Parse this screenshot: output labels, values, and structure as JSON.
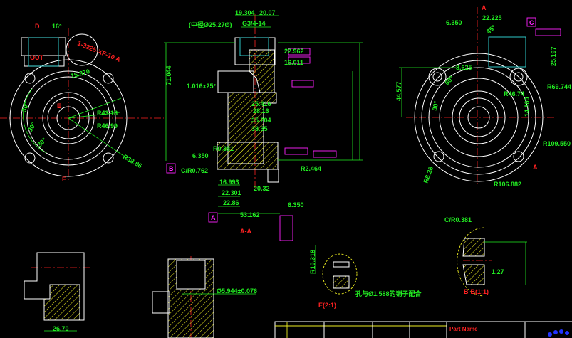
{
  "colors": {
    "background": "#000000",
    "dimension": "#22ee22",
    "outline": "#ffffff",
    "centerline": "#ff2222",
    "datum": "#ff22ff",
    "hatch": "#eeee22",
    "hidden": "#33dddd",
    "logo": "#2233ff"
  },
  "section_view": {
    "title": "A-A",
    "dims": [
      "19.304",
      "20.07",
      "(中径Ø25.27Ø)",
      "G3/4-14",
      "22.962",
      "16.011",
      "1.016x25°",
      "25.416",
      "28.16",
      "35.204",
      "38.35",
      "R0.381",
      "6.350",
      "C/R0.762",
      "16.993",
      "22.301",
      "22.86",
      "53.162",
      "20.32",
      "6.350",
      "R2.464",
      "71.044"
    ],
    "datums": [
      "A",
      "B"
    ]
  },
  "front_view": {
    "labels": [
      "D",
      "E",
      "E",
      "OUT"
    ],
    "note": "1-3225-XF-10 A",
    "dims": [
      "16°",
      "15.870",
      "R43.18",
      "R46.99",
      "R38.86",
      "30°",
      "30°",
      "30°"
    ]
  },
  "rear_view": {
    "labels": [
      "A",
      "A"
    ],
    "dims": [
      "22.225",
      "6.350",
      "45°",
      "8.625",
      "60°",
      "30°",
      "R46.74",
      "R69.744",
      "44.577",
      "14.300",
      "25.197",
      "R109.550",
      "R106.882",
      "R8.38"
    ],
    "datums": [
      "C"
    ]
  },
  "details": {
    "dim_width": "26.70",
    "dim_bore": "Ø5.944±0.076",
    "dim_radius": "R10.318",
    "pin_note": "孔与Ø1.588的销子配合",
    "detail_e_title": "E(2:1)",
    "chamfer": "C/R0.381",
    "dim_127": "1.27",
    "section_bb_title": "B-B(1:1)"
  },
  "title_block": {
    "part_name_label": "Part Name"
  }
}
